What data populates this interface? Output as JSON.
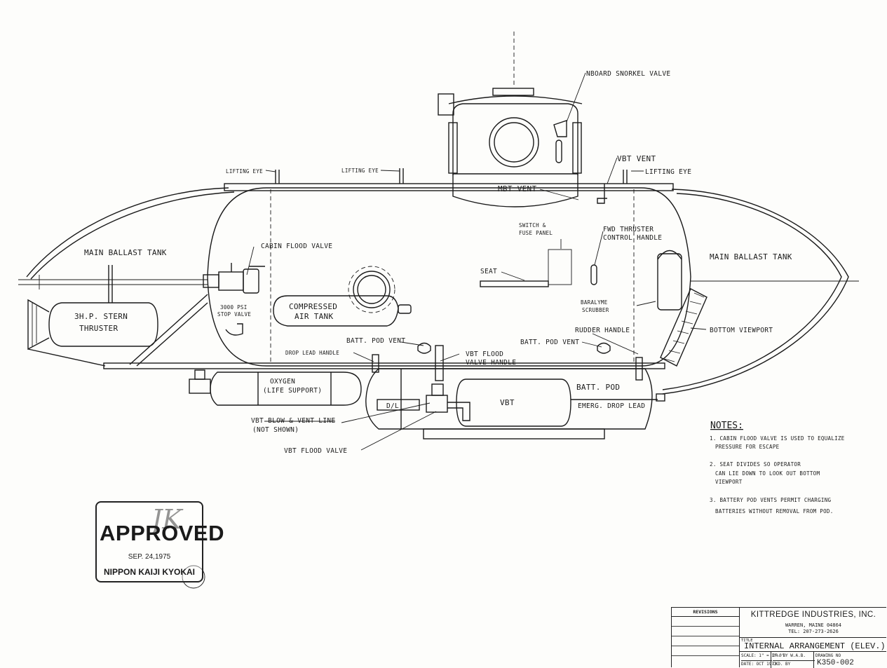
{
  "labels": {
    "inboard_snorkel_valve": "NBOARD SNORKEL VALVE",
    "vbt_vent": "VBT VENT",
    "lifting_eye_left": "LIFTING EYE",
    "lifting_eye_mid": "LIFTING EYE",
    "lifting_eye_right": "LIFTING EYE",
    "mbt_vent": "MBT VENT",
    "switch_fuse_panel_1": "SWITCH &",
    "switch_fuse_panel_2": "FUSE PANEL",
    "fwd_thruster_1": "FWD THRUSTER",
    "fwd_thruster_2": "CONTROL HANDLE",
    "main_ballast_tank_aft": "MAIN BALLAST TANK",
    "main_ballast_tank_fwd": "MAIN BALLAST TANK",
    "cabin_flood_valve": "CABIN FLOOD VALVE",
    "seat": "SEAT",
    "baralyme_1": "BARALYME",
    "baralyme_2": "SCRUBBER",
    "stern_thruster_1": "3H.P. STERN",
    "stern_thruster_2": "THRUSTER",
    "stop_valve_1": "3000 PSI",
    "stop_valve_2": "STOP VALVE",
    "compressed_air_1": "COMPRESSED",
    "compressed_air_2": "AIR TANK",
    "rudder_handle": "RUDDER HANDLE",
    "bottom_viewport": "BOTTOM VIEWPORT",
    "batt_pod_vent_left": "BATT. POD VENT",
    "batt_pod_vent_right": "BATT. POD VENT",
    "drop_lead_handle": "DROP LEAD HANDLE",
    "vbt_flood_handle_1": "VBT FLOOD",
    "vbt_flood_handle_2": "VALVE HANDLE",
    "oxygen_1": "OXYGEN",
    "oxygen_2": "(LIFE SUPPORT)",
    "batt_pod": "BATT. POD",
    "vbt": "VBT",
    "d_l": "D/L",
    "emerg_drop_lead": "EMERG. DROP LEAD",
    "vbt_blow_1": "VBT BLOW & VENT LINE",
    "vbt_blow_2": "(NOT SHOWN)",
    "vbt_flood_valve": "VBT FLOOD VALVE"
  },
  "notes": {
    "heading": "NOTES:",
    "items": [
      [
        "1. CABIN FLOOD VALVE IS USED TO EQUALIZE",
        "PRESSURE FOR ESCAPE"
      ],
      [
        "2. SEAT DIVIDES SO OPERATOR",
        "CAN LIE DOWN TO LOOK OUT BOTTOM",
        "VIEWPORT"
      ],
      [
        "3. BATTERY POD VENTS PERMIT CHARGING",
        "BATTERIES WITHOUT REMOVAL FROM POD."
      ]
    ]
  },
  "stamp": {
    "text": "APPROVED",
    "date": "SEP. 24,1975",
    "org": "NIPPON KAIJI KYOKAI",
    "initials": "JK"
  },
  "title_block": {
    "revisions": "REVISIONS",
    "company": "KITTREDGE INDUSTRIES, INC.",
    "address": "WARREN, MAINE 04864",
    "tel": "TEL: 207-273-2626",
    "title_tag": "TITLE",
    "title": "INTERNAL ARRANGEMENT (ELEV.)",
    "scale": "SCALE: 1\" = 1'-0\"",
    "date": "DATE: OCT 1973",
    "dr_by": "DR. BY W.A.B.",
    "ckd_by": "CKD. BY",
    "drawing_no_tag": "DRAWING NO",
    "drawing_no": "K350-002"
  }
}
